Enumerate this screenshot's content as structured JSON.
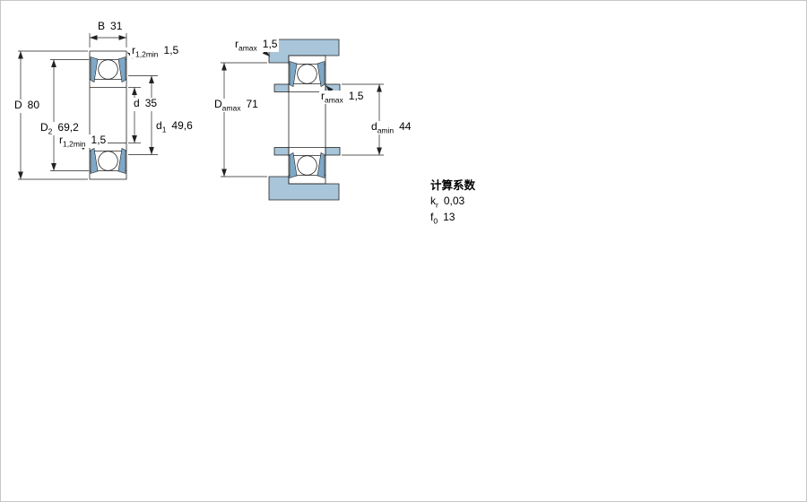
{
  "colors": {
    "component_blue": "#a9c5da",
    "seal_blue": "#7fa8c6",
    "line": "#222222"
  },
  "views": {
    "left": {
      "dims": {
        "B": {
          "base": "B",
          "sub": "",
          "value": "31"
        },
        "r12_top": {
          "base": "r",
          "sub": "1,2min",
          "value": "1,5"
        },
        "D": {
          "base": "D",
          "sub": "",
          "value": "80"
        },
        "D2": {
          "base": "D",
          "sub": "2",
          "value": "69,2"
        },
        "r12_inner": {
          "base": "r",
          "sub": "1,2min",
          "value": "1,5"
        },
        "d": {
          "base": "d",
          "sub": "",
          "value": "35"
        },
        "d1": {
          "base": "d",
          "sub": "1",
          "value": "49,6"
        }
      }
    },
    "right": {
      "dims": {
        "ra_top": {
          "base": "r",
          "sub": "amax",
          "value": "1,5"
        },
        "Da": {
          "base": "D",
          "sub": "amax",
          "value": "71"
        },
        "ra_mid": {
          "base": "r",
          "sub": "amax",
          "value": "1,5"
        },
        "da": {
          "base": "d",
          "sub": "amin",
          "value": "44"
        }
      }
    }
  },
  "factors": {
    "title": "计算系数",
    "kr": {
      "base": "k",
      "sub": "r",
      "value": "0,03"
    },
    "f0": {
      "base": "f",
      "sub": "0",
      "value": "13"
    }
  }
}
